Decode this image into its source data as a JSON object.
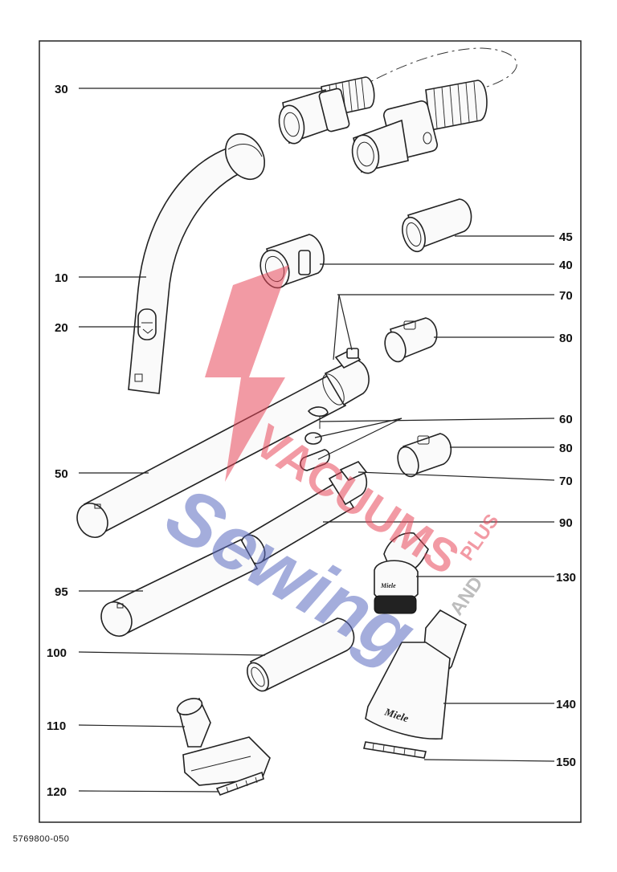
{
  "callouts": [
    {
      "num": "30"
    },
    {
      "num": "10"
    },
    {
      "num": "20"
    },
    {
      "num": "45"
    },
    {
      "num": "40"
    },
    {
      "num": "70"
    },
    {
      "num": "80"
    },
    {
      "num": "60"
    },
    {
      "num": "50"
    },
    {
      "num": "80"
    },
    {
      "num": "70"
    },
    {
      "num": "90"
    },
    {
      "num": "130"
    },
    {
      "num": "95"
    },
    {
      "num": "100"
    },
    {
      "num": "140"
    },
    {
      "num": "110"
    },
    {
      "num": "150"
    },
    {
      "num": "120"
    }
  ],
  "brand": {
    "name": "Miele"
  },
  "watermark": {
    "line1": "VACUUMS",
    "line2": "Sewing",
    "suffix_plus": "PLUS",
    "suffix_and": "AND",
    "color_primary": "#e8475a",
    "color_secondary": "#5a6bbf"
  },
  "footer": {
    "code": "5769800-050"
  }
}
